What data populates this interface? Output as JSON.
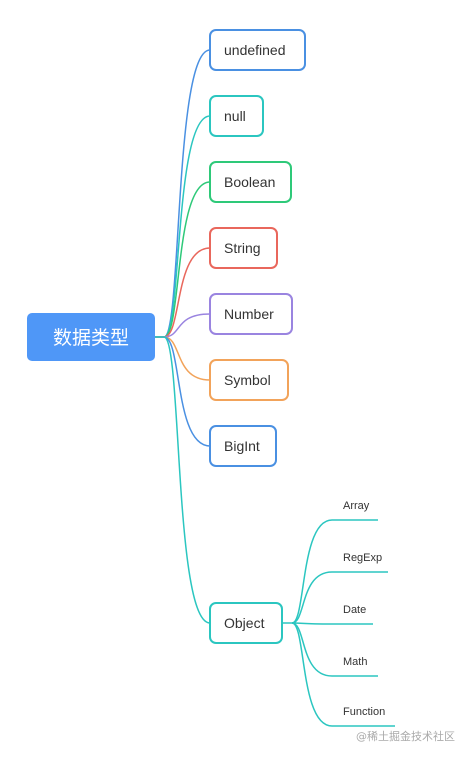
{
  "root": {
    "label": "数据类型",
    "color": "#4f97f7"
  },
  "types": [
    {
      "label": "undefined",
      "color": "#4a90e2"
    },
    {
      "label": "null",
      "color": "#2bc6c0"
    },
    {
      "label": "Boolean",
      "color": "#2ec979"
    },
    {
      "label": "String",
      "color": "#e9675c"
    },
    {
      "label": "Number",
      "color": "#9a84e0"
    },
    {
      "label": "Symbol",
      "color": "#f2a35a"
    },
    {
      "label": "BigInt",
      "color": "#4a90e2"
    },
    {
      "label": "Object",
      "color": "#2bc6c0"
    }
  ],
  "object_children": {
    "color": "#2bc6c0",
    "items": [
      "Array",
      "RegExp",
      "Date",
      "Math",
      "Function"
    ]
  },
  "watermark": "@稀土掘金技术社区"
}
